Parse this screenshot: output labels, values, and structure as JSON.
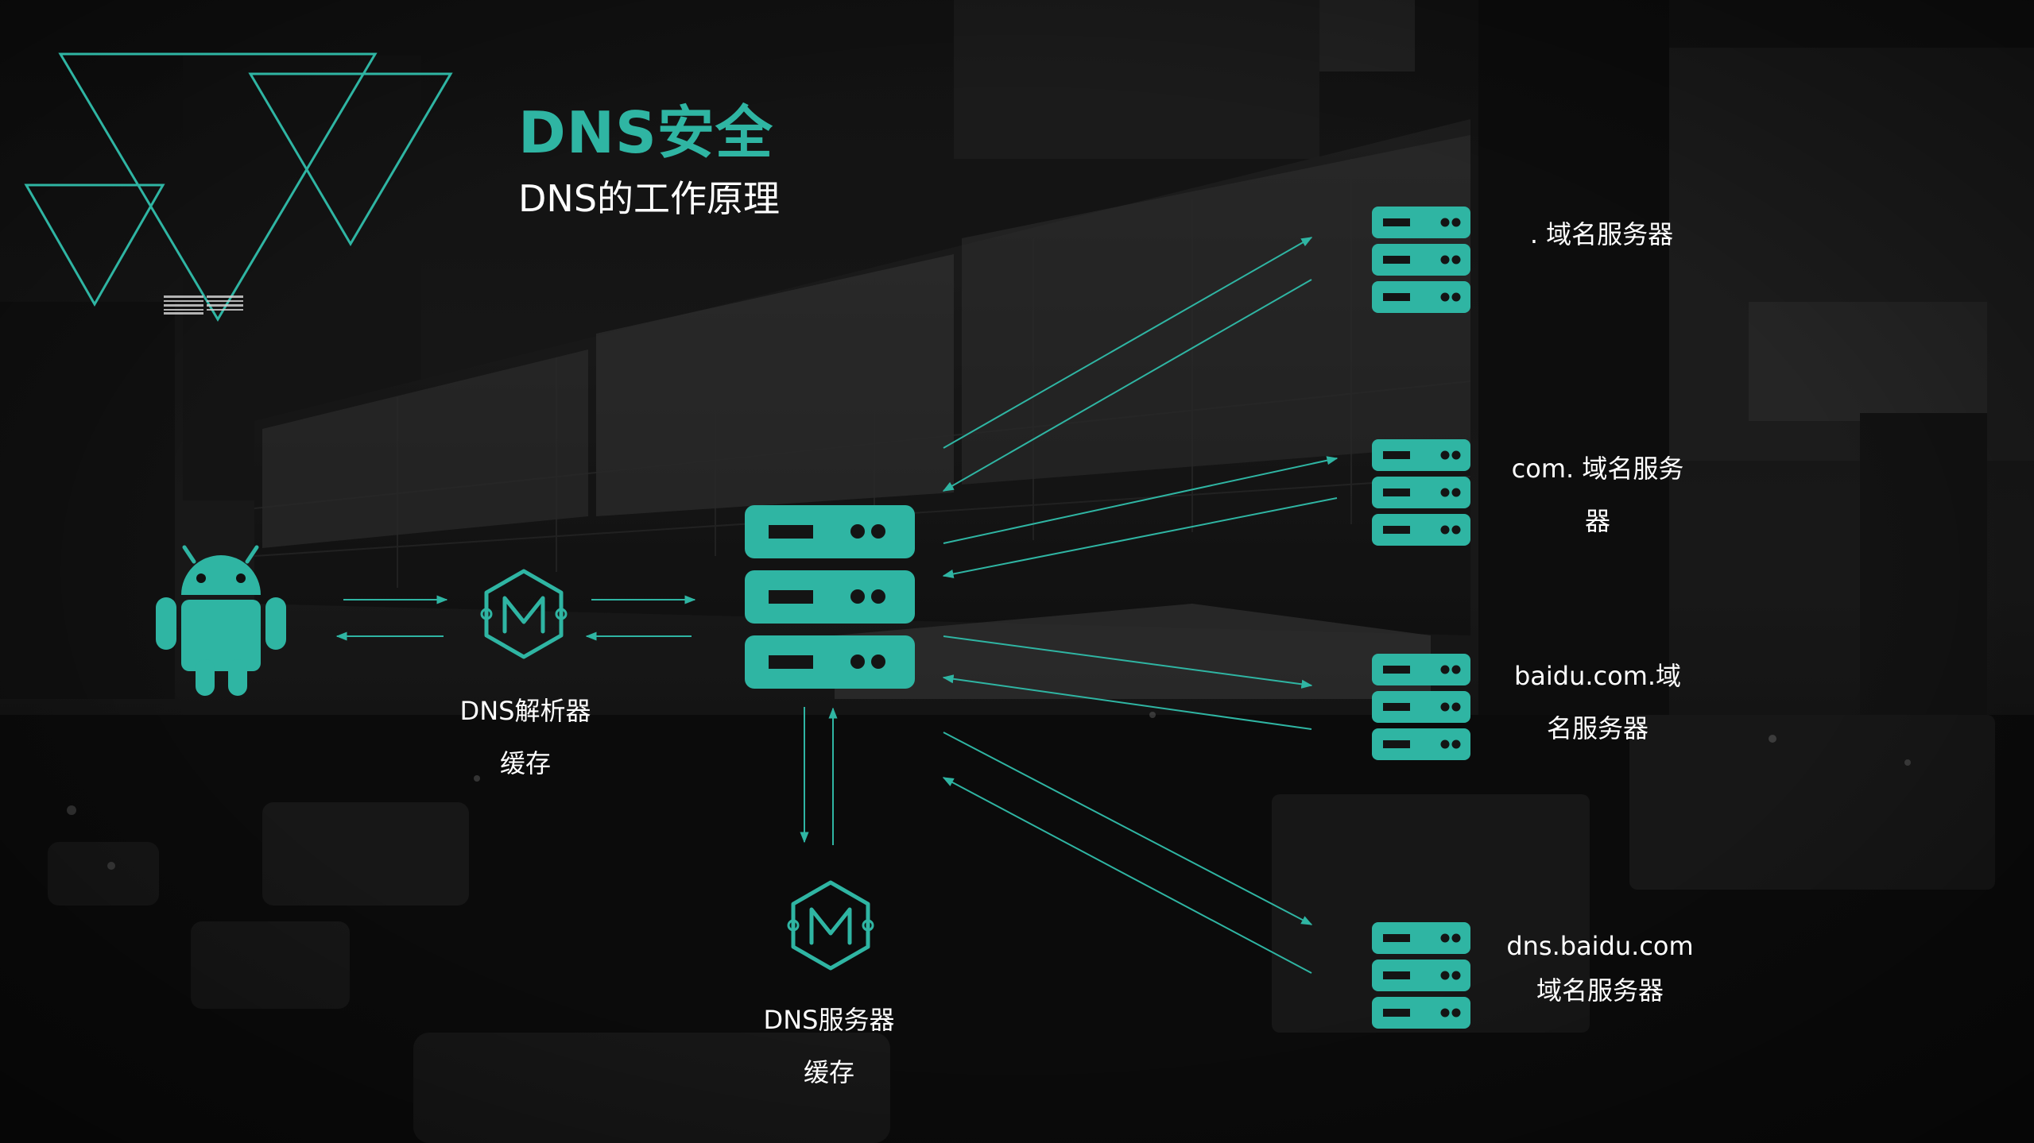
{
  "slide": {
    "title": "DNS安全",
    "subtitle": "DNS的工作原理"
  },
  "colors": {
    "accent": "#2fb5a3",
    "text": "#ffffff",
    "background": "#101010"
  },
  "diagram": {
    "client": {
      "icon": "android-icon"
    },
    "resolver": {
      "icon": "memcache-hexagon-icon",
      "label_line1": "DNS解析器",
      "label_line2": "缓存"
    },
    "central_server": {
      "icon": "server-rack-icon"
    },
    "dns_server_cache": {
      "icon": "memcache-hexagon-icon",
      "label_line1": "DNS服务器",
      "label_line2": "缓存"
    },
    "authoritative_servers": [
      {
        "icon": "server-rack-icon",
        "label_line1": ". 域名服务器",
        "label_line2": ""
      },
      {
        "icon": "server-rack-icon",
        "label_line1": "com. 域名服务",
        "label_line2": "器"
      },
      {
        "icon": "server-rack-icon",
        "label_line1": "baidu.com.域",
        "label_line2": "名服务器"
      },
      {
        "icon": "server-rack-icon",
        "label_line1": "dns.baidu.com",
        "label_line2": "域名服务器"
      }
    ]
  }
}
